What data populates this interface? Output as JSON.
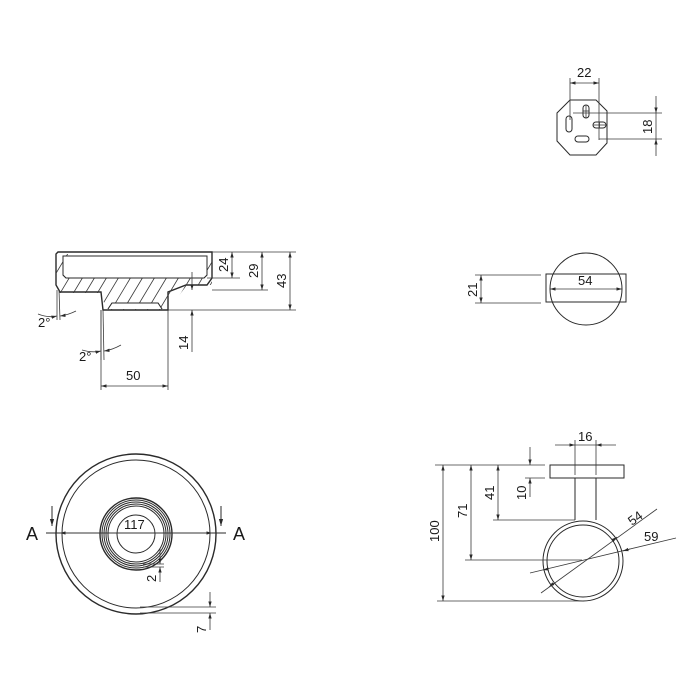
{
  "drawing": {
    "colors": {
      "line": "#2a2a2a",
      "background": "#ffffff"
    },
    "views": {
      "mounting_plate_top": {
        "dims": {
          "width": "22",
          "height": "18"
        }
      },
      "section_view": {
        "dims": {
          "inner_depth": "24",
          "flange_height": "29",
          "overall_height": "43",
          "stem_height": "14",
          "stem_width": "50",
          "draft_outer": "2°",
          "draft_stem": "2°"
        }
      },
      "bracket_top": {
        "dims": {
          "thickness": "21",
          "width": "54"
        }
      },
      "plan_view": {
        "section_marks": {
          "left": "A",
          "right": "A"
        },
        "dims": {
          "diameter": "117",
          "ring_gap": "2",
          "rim_width": "7"
        }
      },
      "bracket_side": {
        "dims": {
          "plate_width": "16",
          "plate_thickness": "10",
          "arm_to_ring": "41",
          "to_center": "71",
          "overall": "100",
          "inner_diameter": "54",
          "outer_diameter": "59"
        }
      }
    }
  }
}
